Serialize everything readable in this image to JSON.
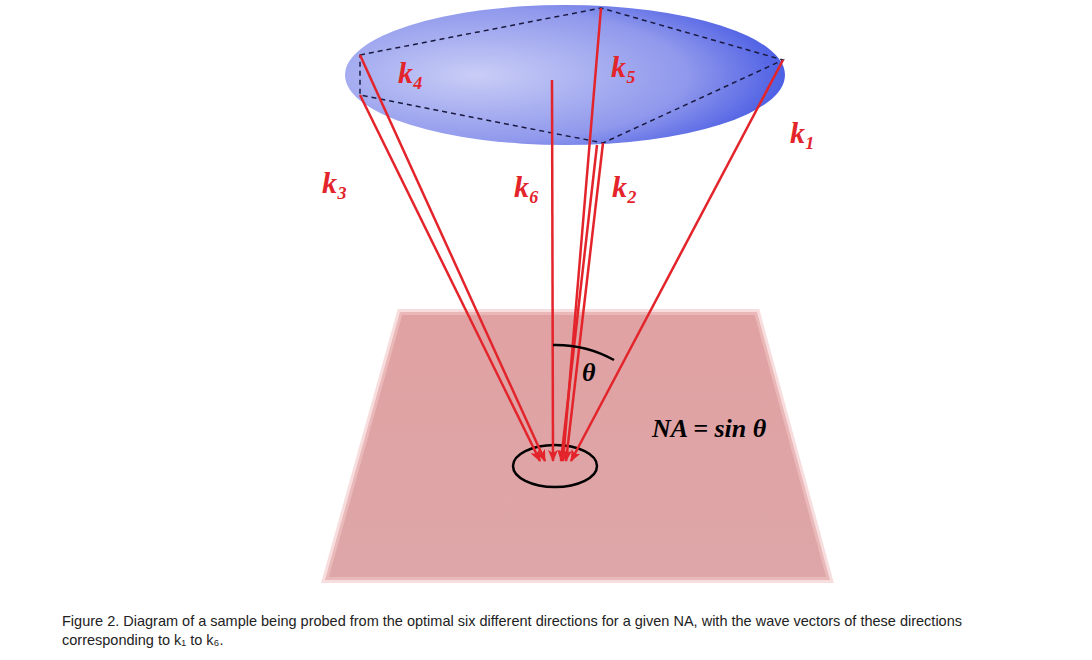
{
  "diagram": {
    "caption": "Figure 2. Diagram of a sample being probed from the optimal six different directions for a given NA, with the wave vectors of these directions corresponding to k₁ to k₆.",
    "labels": [
      "k₄",
      "k₅",
      "k₁",
      "k₃",
      "k₆",
      "k₂",
      "θ",
      "NA = sin θ"
    ]
  }
}
